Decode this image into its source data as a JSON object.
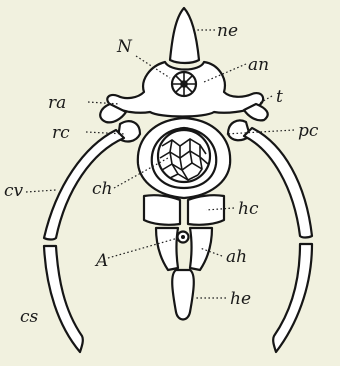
{
  "labels": {
    "ne": "ne",
    "N": "N",
    "an": "an",
    "ra": "ra",
    "t": "t",
    "rc": "rc",
    "pc": "pc",
    "cv": "cv",
    "ch": "ch",
    "hc": "hc",
    "A": "A",
    "ah": "ah",
    "he": "he",
    "cs": "cs"
  },
  "colors": {
    "background": "#f1f1df",
    "line": "#161616"
  }
}
